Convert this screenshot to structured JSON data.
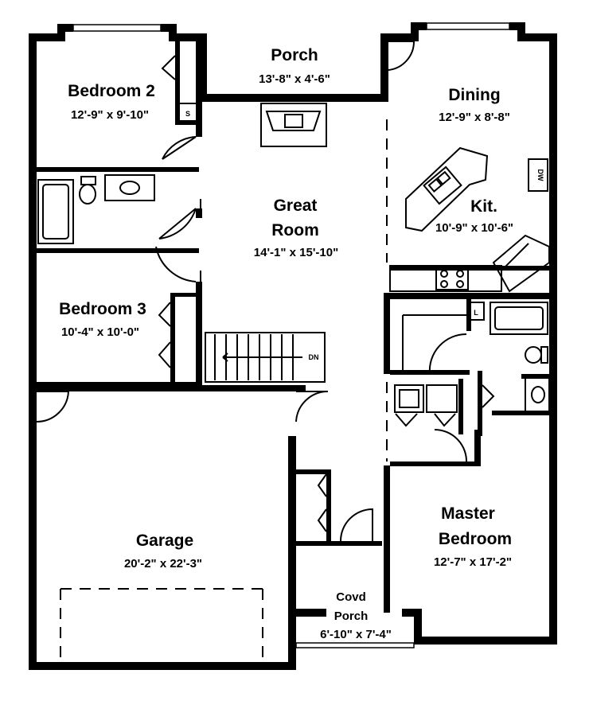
{
  "rooms": {
    "porch": {
      "name": "Porch",
      "dim": "13'-8\" x 4'-6\""
    },
    "dining": {
      "name": "Dining",
      "dim": "12'-9\" x 8'-8\""
    },
    "bedroom2": {
      "name": "Bedroom 2",
      "dim": "12'-9\" x 9'-10\""
    },
    "great_room": {
      "name_line1": "Great",
      "name_line2": "Room",
      "dim": "14'-1\" x 15'-10\""
    },
    "kitchen": {
      "name": "Kit.",
      "dim": "10'-9\" x 10'-6\""
    },
    "bedroom3": {
      "name": "Bedroom 3",
      "dim": "10'-4\" x 10'-0\""
    },
    "garage": {
      "name": "Garage",
      "dim": "20'-2\" x 22'-3\""
    },
    "master": {
      "name_line1": "Master",
      "name_line2": "Bedroom",
      "dim": "12'-7\" x 17'-2\""
    },
    "covd_porch": {
      "name_line1": "Covd",
      "name_line2": "Porch",
      "dim": "6'-10\" x 7'-4\""
    }
  },
  "labels": {
    "shelf": "S",
    "linen": "L",
    "stair": "DN",
    "dw": "DW"
  }
}
